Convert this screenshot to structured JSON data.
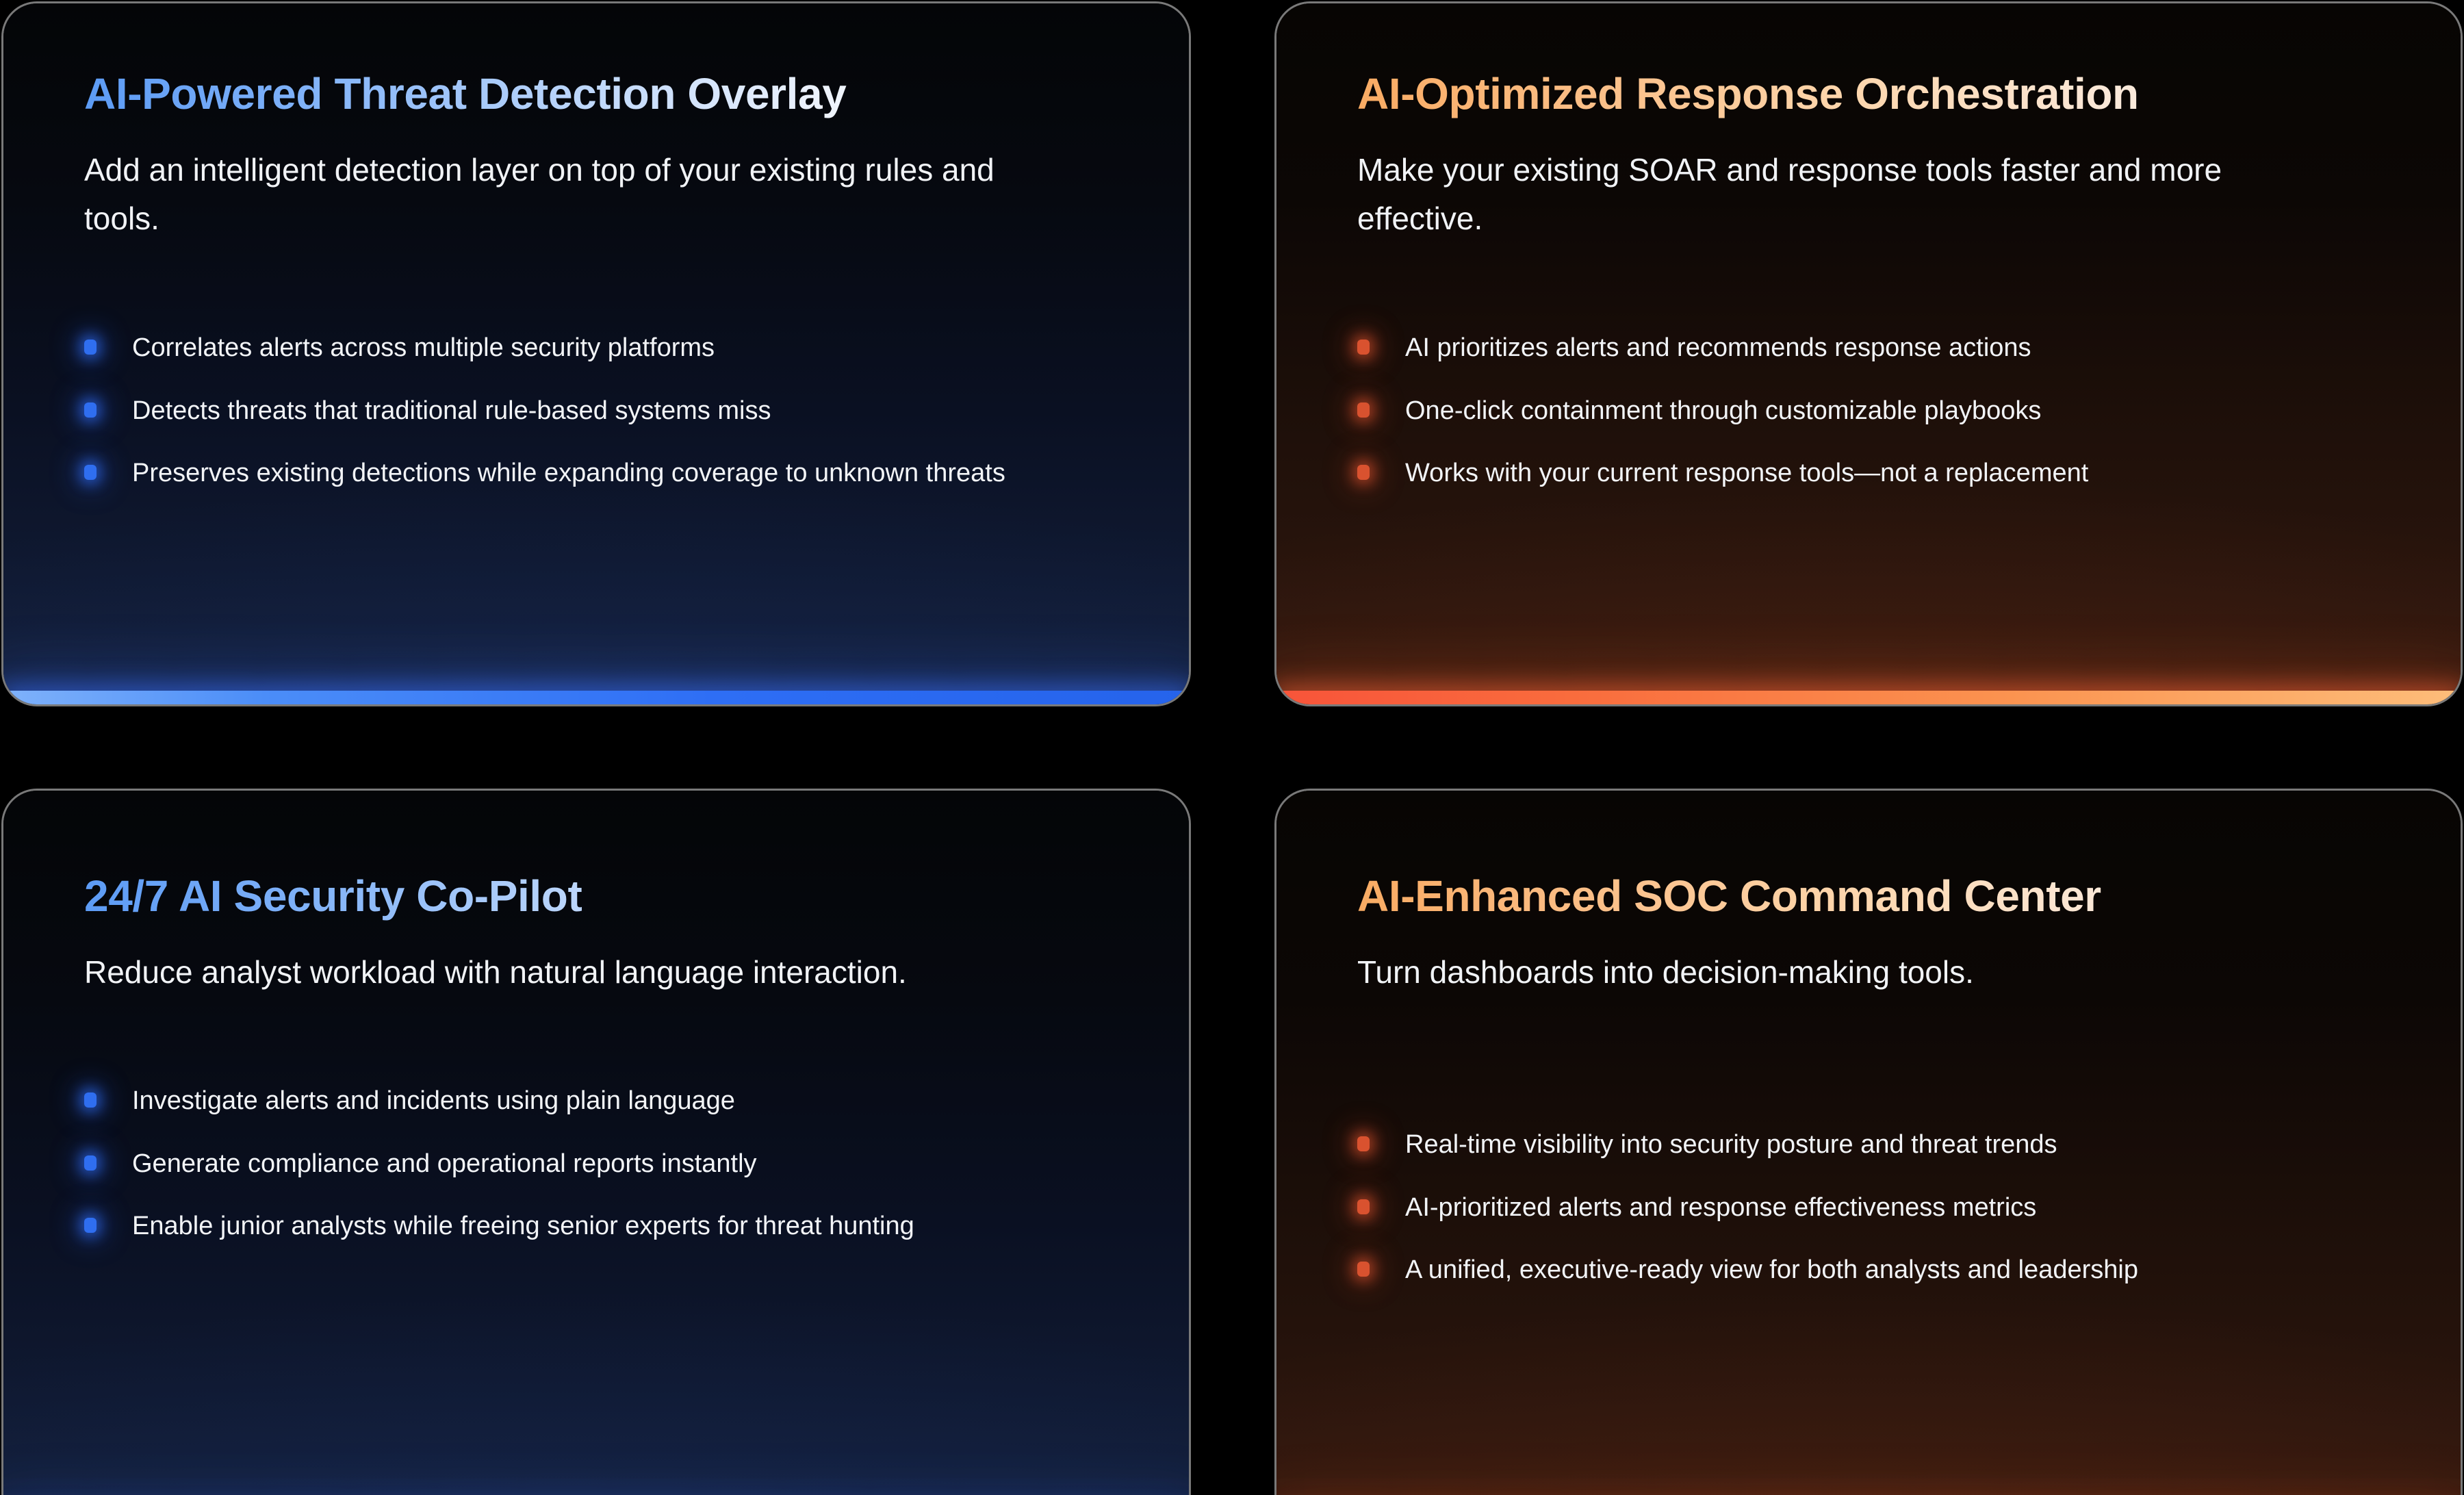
{
  "cards": [
    {
      "id": "threat-detection",
      "theme": "blue",
      "title": "AI-Powered Threat Detection Overlay",
      "subtitle": "Add an intelligent detection layer on top of your existing rules and tools.",
      "bullets": [
        "Correlates alerts across multiple security platforms",
        "Detects threats that traditional rule-based systems miss",
        "Preserves existing detections while expanding coverage to unknown threats"
      ],
      "accent_color": "#2563eb",
      "title_gradient_start": "#5c9bf5",
      "title_gradient_end": "#ffffff",
      "bullet_color": "#2f6ef0"
    },
    {
      "id": "response-orchestration",
      "theme": "orange",
      "title": "AI-Optimized Response Orchestration",
      "subtitle": "Make your existing SOAR and response tools faster and more effective.",
      "bullets": [
        "AI prioritizes alerts and recommends response actions",
        "One-click containment through customizable playbooks",
        "Works with your current response tools—not a replacement"
      ],
      "accent_color": "#f8543a",
      "title_gradient_start": "#f9ab63",
      "title_gradient_end": "#fdf6f1",
      "bullet_color": "#d9522f"
    },
    {
      "id": "copilot",
      "theme": "blue",
      "title": "24/7 AI Security Co-Pilot",
      "subtitle": "Reduce analyst workload with natural language interaction.",
      "bullets": [
        "Investigate alerts and incidents using plain language",
        "Generate compliance and operational reports instantly",
        "Enable junior analysts while freeing senior experts for threat hunting"
      ],
      "accent_color": "#2563eb",
      "title_gradient_start": "#5c9bf5",
      "title_gradient_end": "#ffffff",
      "bullet_color": "#2f6ef0"
    },
    {
      "id": "soc-command",
      "theme": "orange",
      "title": "AI-Enhanced SOC Command Center",
      "subtitle": "Turn dashboards into decision-making tools.",
      "bullets": [
        "Real-time visibility into security posture and threat trends",
        "AI-prioritized alerts and response effectiveness metrics",
        "A unified, executive-ready view for both analysts and leadership"
      ],
      "accent_color": "#f8543a",
      "title_gradient_start": "#f9ab63",
      "title_gradient_end": "#fdf6f1",
      "bullet_color": "#d9522f"
    }
  ]
}
